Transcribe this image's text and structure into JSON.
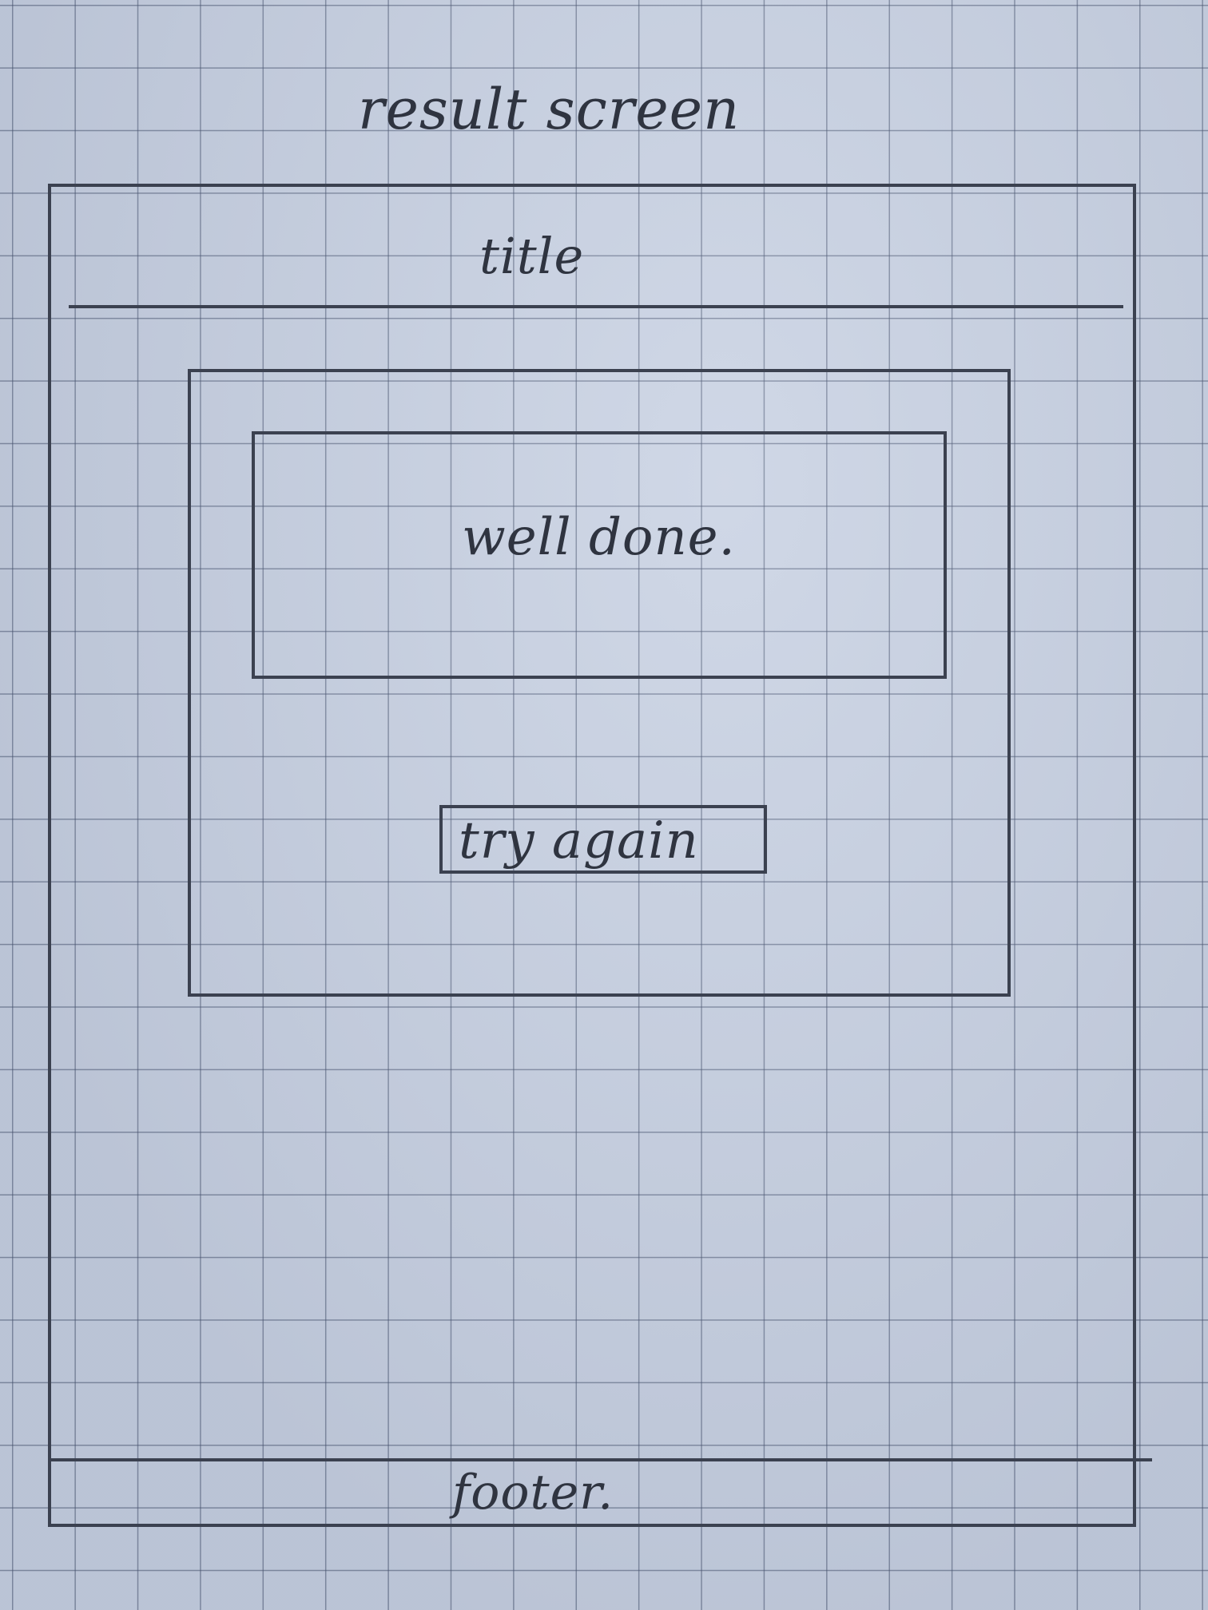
{
  "sketch": {
    "heading": "result screen",
    "header": {
      "label": "title"
    },
    "result_card": {
      "message": "well done.",
      "button_label": "try again"
    },
    "footer": {
      "label": "footer."
    }
  },
  "colors": {
    "paper": "#c9d2e3",
    "grid": "#46526e",
    "ink": "#3b4150"
  }
}
